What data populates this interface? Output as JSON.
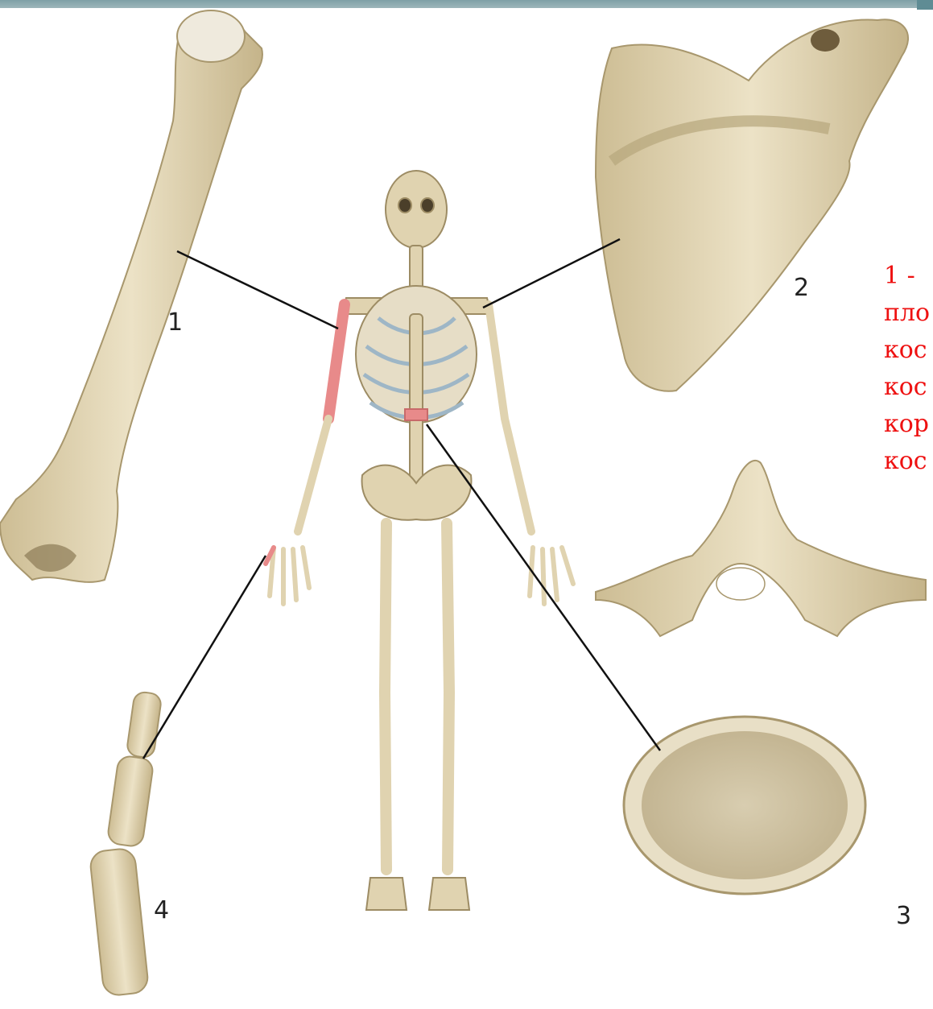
{
  "labels": {
    "humerus": "1",
    "scapula": "2",
    "vertebra": "3",
    "finger": "4"
  },
  "legend_lines": [
    "1 -",
    "пло",
    "кос",
    "кос",
    "кор",
    "кос"
  ],
  "colors": {
    "bone": "#e3d7b6",
    "bone_shadow": "#c7b78f",
    "highlight": "#e88a8a",
    "legend_text": "#ee1111",
    "line": "#111111"
  }
}
